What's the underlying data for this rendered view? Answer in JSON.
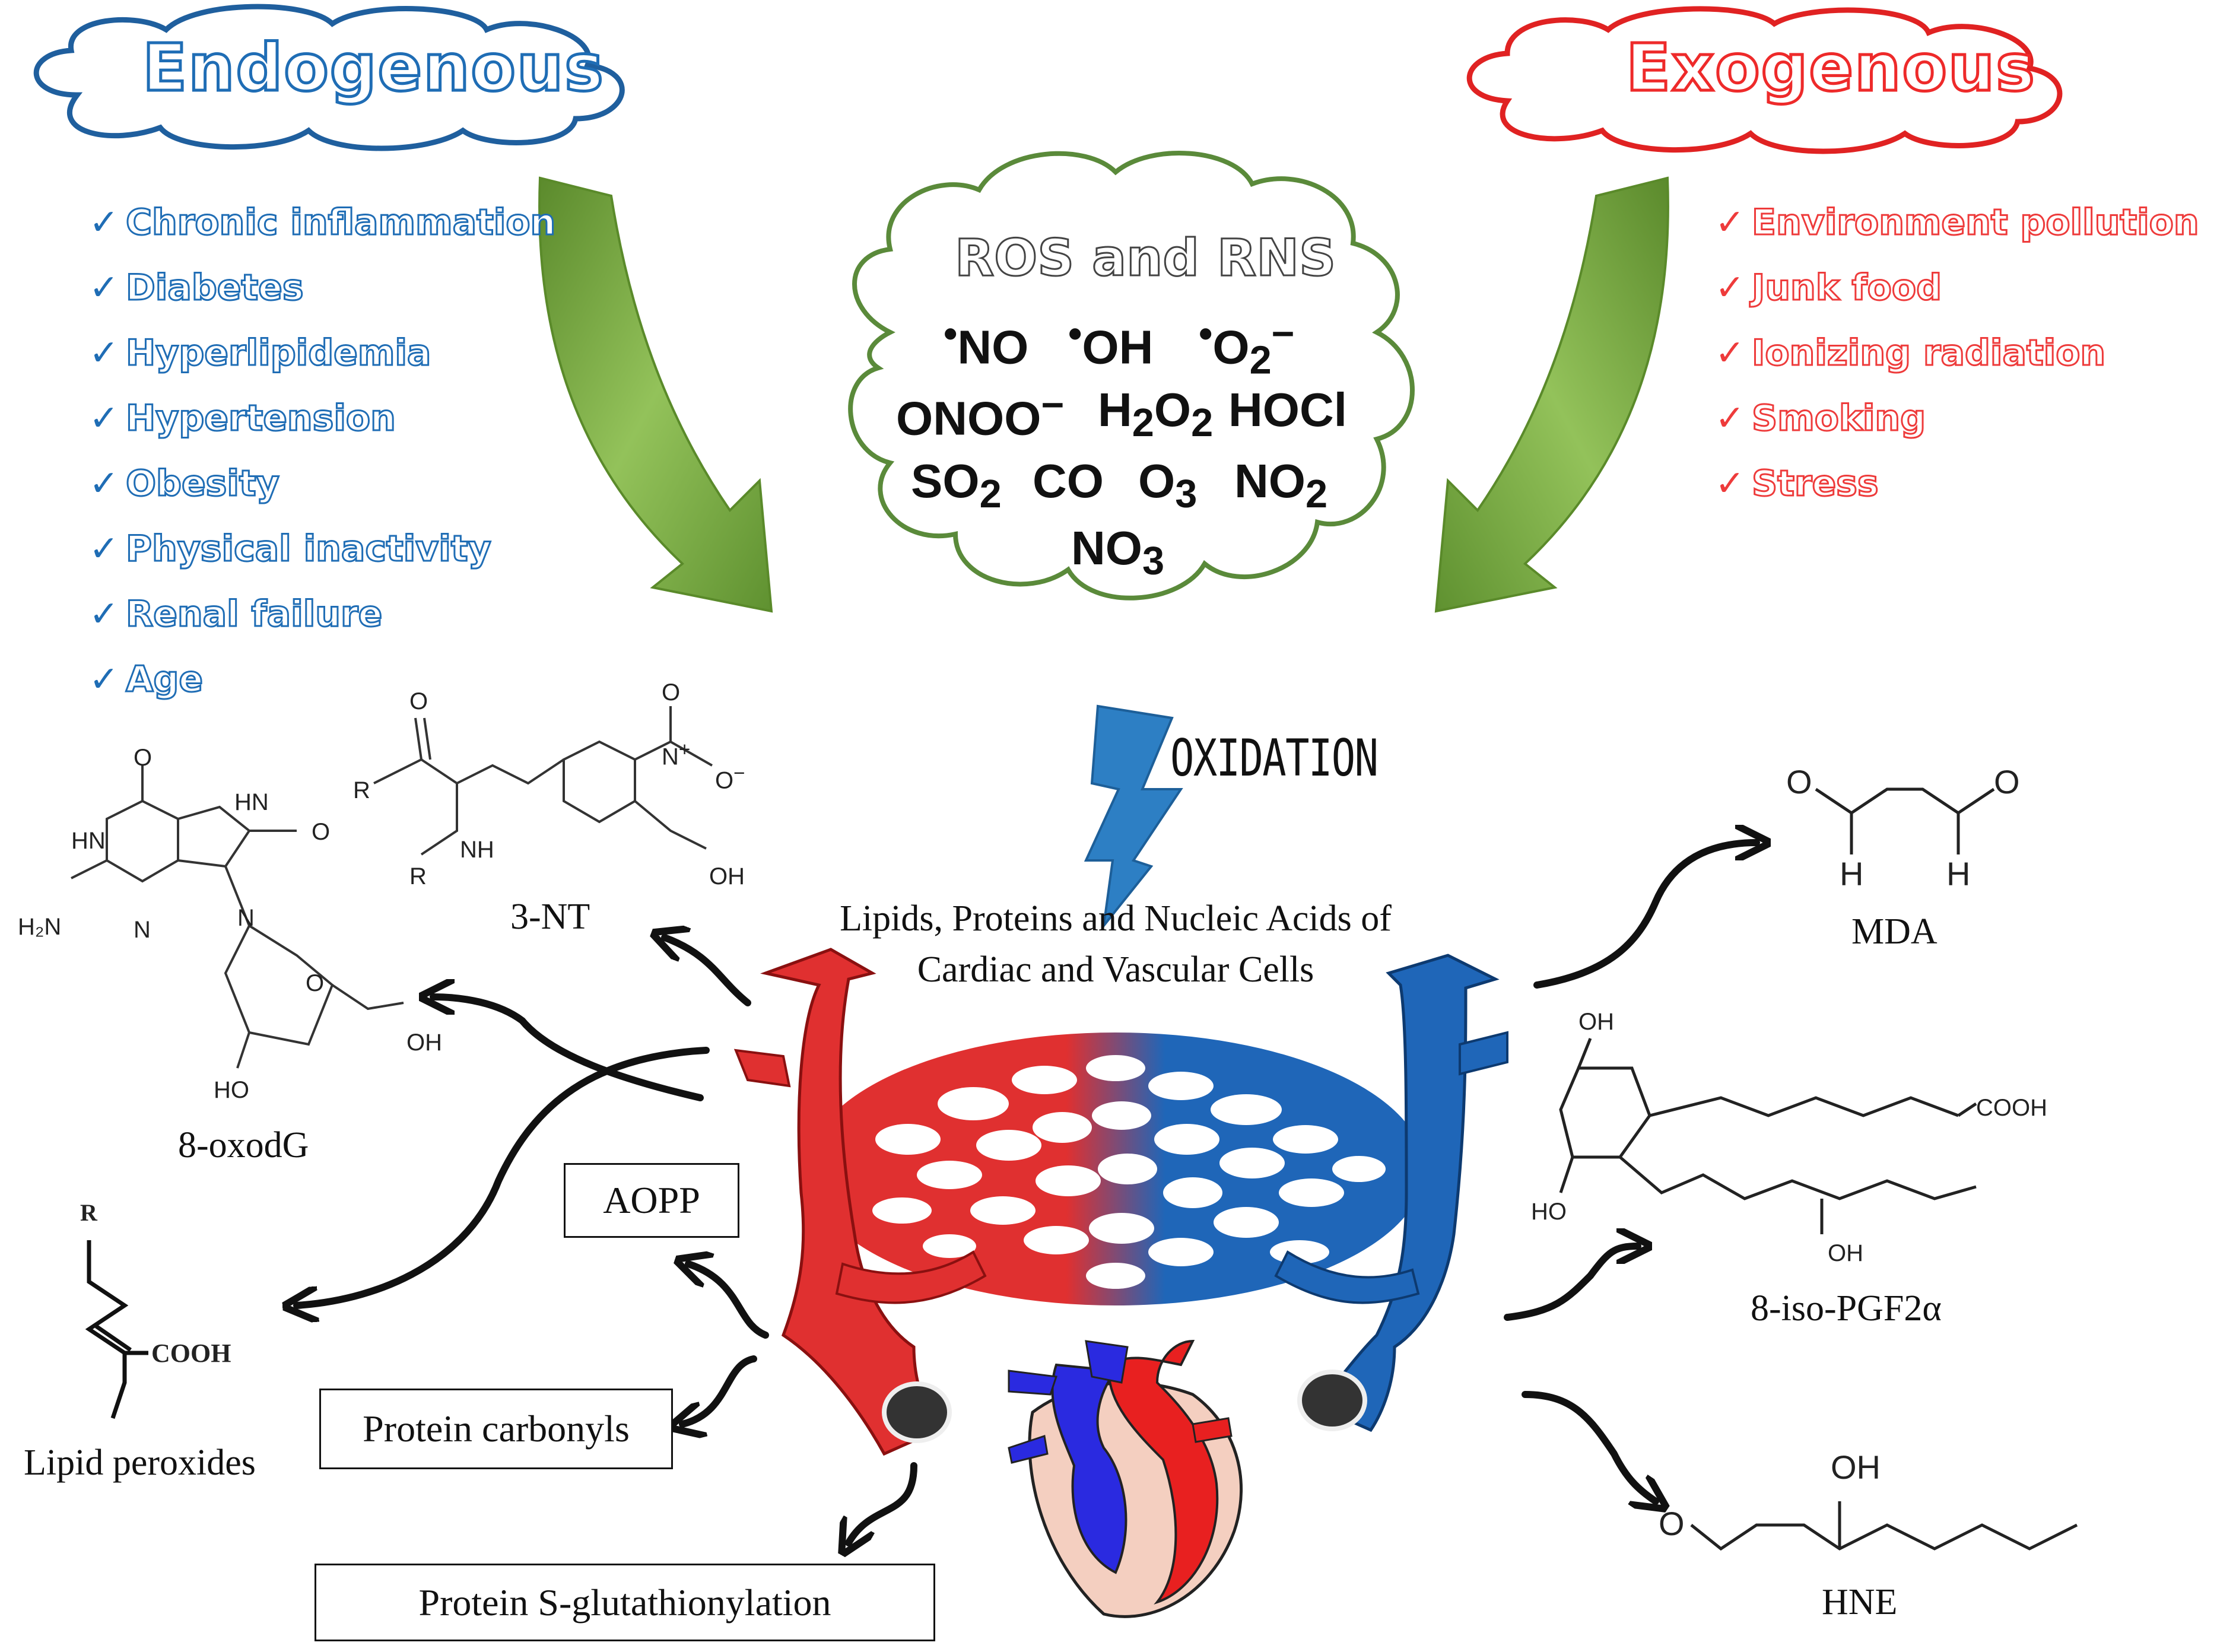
{
  "endogenous": {
    "title": "Endogenous",
    "check": "✓",
    "items": [
      "Chronic inflammation",
      "Diabetes",
      "Hyperlipidemia",
      "Hypertension",
      "Obesity",
      "Physical inactivity",
      "Renal failure",
      "Age"
    ],
    "color": "#1f6db5"
  },
  "exogenous": {
    "title": "Exogenous",
    "check": "✓",
    "items": [
      "Environment pollution",
      "Junk food",
      "Ionizing radiation",
      "Smoking",
      "Stress"
    ],
    "color": "#ee2a2a"
  },
  "ros_cloud": {
    "title": "ROS and RNS",
    "species": {
      "no": "NO",
      "oh": "OH",
      "o2": "O",
      "o2_sub": "2",
      "o2_sup": "−",
      "onoo": "ONOO",
      "onoo_sup": "−",
      "h2o2_a": "H",
      "h2o2_sub1": "2",
      "h2o2_b": "O",
      "h2o2_sub2": "2",
      "hocl": "HOCl",
      "so2": "SO",
      "so2_sub": "2",
      "co": "CO",
      "o3": "O",
      "o3_sub": "3",
      "no2": "NO",
      "no2_sub": "2",
      "no3": "NO",
      "no3_sub": "3",
      "radical_dot": "•"
    }
  },
  "oxidation_label": "OXIDATION",
  "targets_label": {
    "line1": "Lipids, Proteins and Nucleic Acids of",
    "line2": "Cardiac and Vascular Cells"
  },
  "markers": {
    "three_nt": "3-NT",
    "oxodg": "8-oxodG",
    "aopp": "AOPP",
    "lipid_peroxides": "Lipid peroxides",
    "protein_carbonyls": "Protein carbonyls",
    "glutathionylation": "Protein S-glutathionylation",
    "mda": "MDA",
    "isoprostane": "8-iso-PGF2α",
    "hne": "HNE"
  },
  "structure_atoms": {
    "three_nt": {
      "o_top": "O",
      "n_plus": "N",
      "plus": "+",
      "o_nitro_top": "O",
      "o_minus": "O",
      "minus": "−",
      "r1": "R",
      "nh": "NH",
      "r2": "R",
      "oh": "OH"
    },
    "oxodg": {
      "o1": "O",
      "hn": "HN",
      "h": "H",
      "n1": "N",
      "o2": "O",
      "h2n": "H₂N",
      "n2": "N",
      "n3": "N",
      "o_ring": "O",
      "oh1": "OH",
      "ho": "HO"
    },
    "lipid": {
      "r": "R",
      "cooh": "COOH"
    },
    "mda": {
      "o1": "O",
      "o2": "O",
      "h1": "H",
      "h2": "H"
    },
    "isoprostane": {
      "oh_top": "OH",
      "cooh": "COOH",
      "ho": "HO",
      "oh_bottom": "OH"
    },
    "hne": {
      "oh": "OH",
      "o": "O"
    }
  },
  "colors": {
    "arrow_green": "#6f9e3a",
    "cloud_green": "#5a8a3a",
    "artery_red": "#e03030",
    "vein_blue": "#1f66b8",
    "bolt_blue": "#2d7fc4"
  }
}
